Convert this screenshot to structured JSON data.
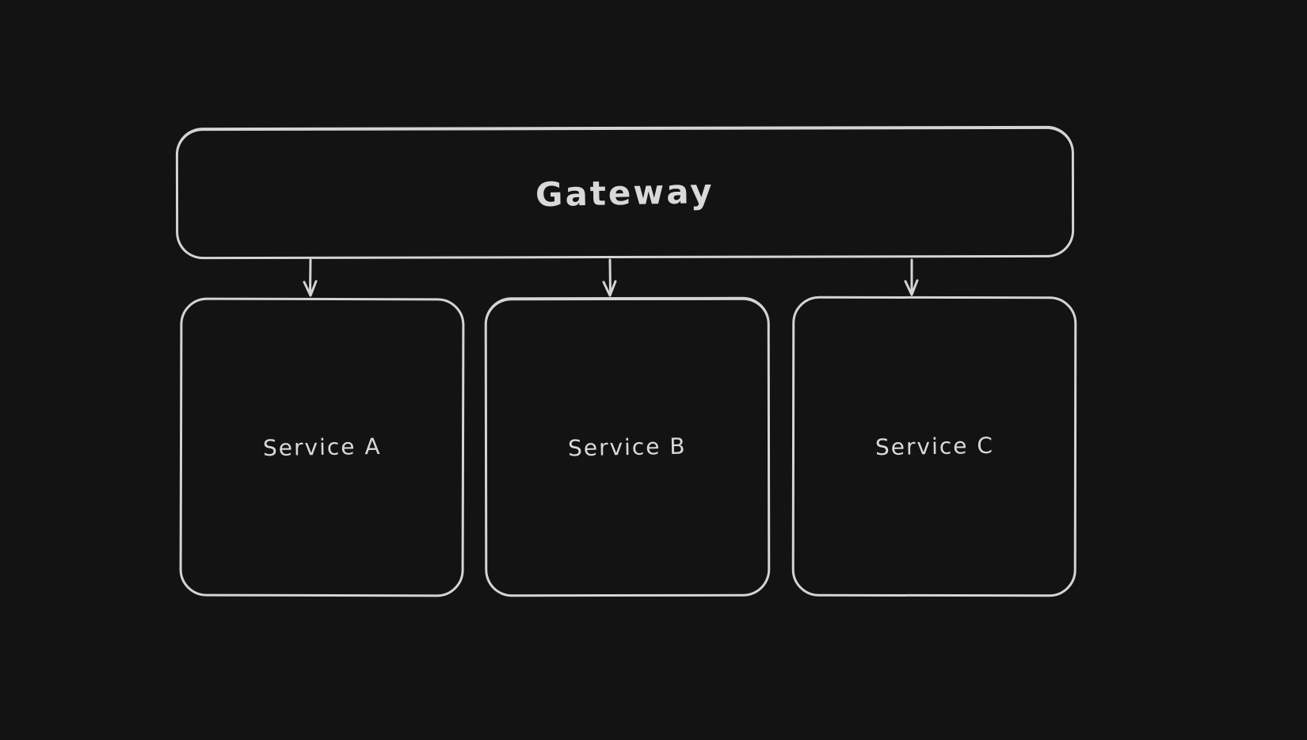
{
  "canvas": {
    "background": "#131313",
    "stroke_color": "#d4d4d4",
    "text_color": "#d9d9d9",
    "style": "hand-drawn whiteboard diagram, dark theme"
  },
  "diagram": {
    "gateway": {
      "label": "Gateway"
    },
    "services": [
      {
        "label": "Service A"
      },
      {
        "label": "Service B"
      },
      {
        "label": "Service C"
      }
    ],
    "edges": [
      {
        "from": "Gateway",
        "to": "Service A",
        "direction": "down",
        "arrowhead": "open-v"
      },
      {
        "from": "Gateway",
        "to": "Service B",
        "direction": "down",
        "arrowhead": "open-v"
      },
      {
        "from": "Gateway",
        "to": "Service C",
        "direction": "down",
        "arrowhead": "open-v"
      }
    ]
  }
}
